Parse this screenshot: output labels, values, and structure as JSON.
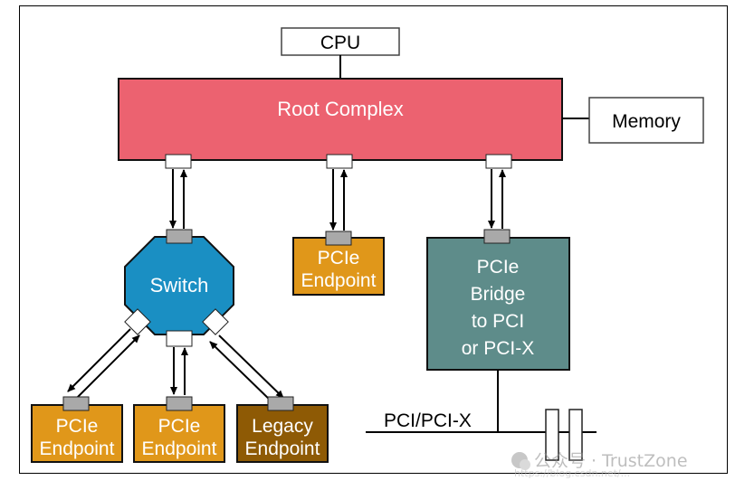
{
  "diagram": {
    "cpu": "CPU",
    "root_complex": "Root Complex",
    "memory": "Memory",
    "switch": "Switch",
    "endpoint_center": [
      "PCIe",
      "Endpoint"
    ],
    "bridge": [
      "PCIe",
      "Bridge",
      "to PCI",
      "or PCI-X"
    ],
    "endpoint_left": [
      "PCIe",
      "Endpoint"
    ],
    "endpoint_middle": [
      "PCIe",
      "Endpoint"
    ],
    "legacy_endpoint": [
      "Legacy",
      "Endpoint"
    ],
    "pci_bus": "PCI/PCI-X"
  },
  "watermark": {
    "brand": "公众号 · TrustZone",
    "url": "https://blog.csdn.net/..."
  },
  "colors": {
    "root_complex": "#EC6270",
    "switch": "#1A8FC3",
    "endpoint": "#E0971A",
    "legacy_endpoint": "#8E5A05",
    "bridge": "#5E8C8A",
    "port": "#A9A9A9"
  }
}
